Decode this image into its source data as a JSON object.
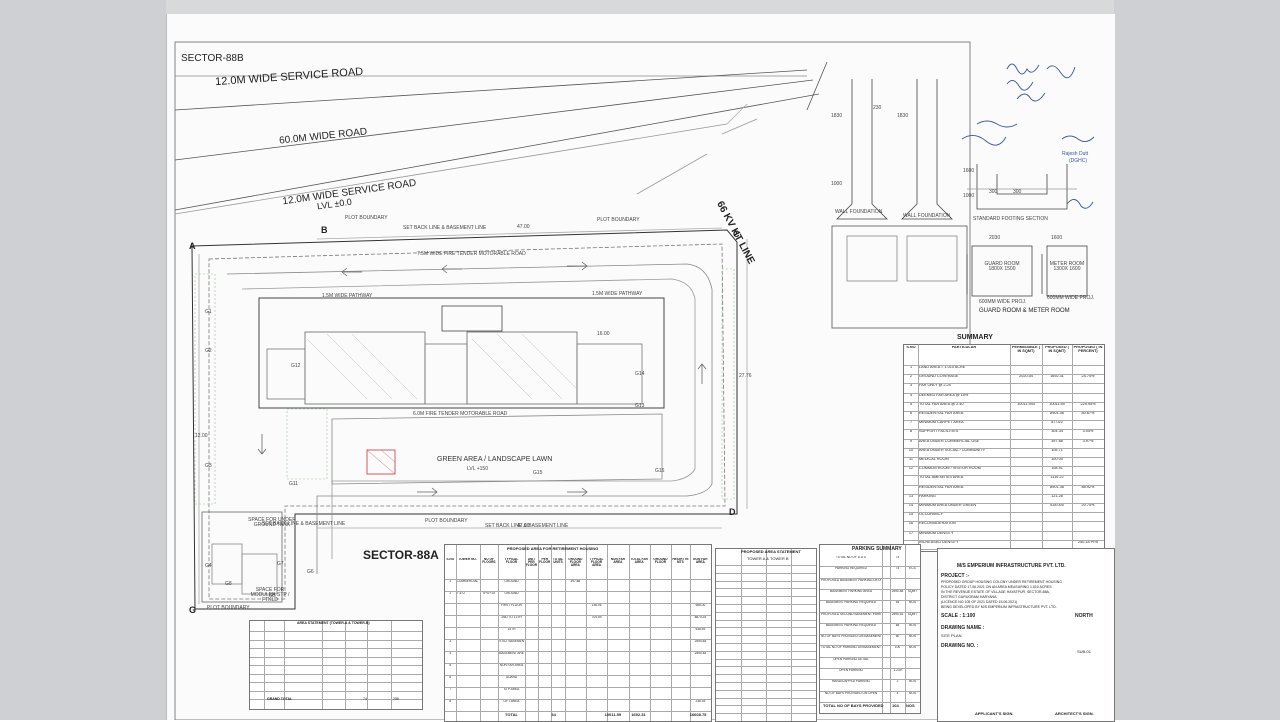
{
  "plan": {
    "sector_top": "SECTOR-88B",
    "road_1": "12.0M WIDE SERVICE ROAD",
    "road_2": "60.0M WIDE ROAD",
    "road_3": "12.0M WIDE SERVICE ROAD",
    "road_3_level": "LVL ±0.0",
    "ht_line": "66 KV HT LINE",
    "sector_bottom": "SECTOR-88A",
    "corners": [
      "A",
      "B",
      "C",
      "D",
      "G"
    ],
    "plot_boundary": "PLOT BOUNDARY",
    "setback": "SET BACK LINE & BASEMENT LINE",
    "fire_road_top": "7.5M WIDE FIRE TENDER MOTORABLE ROAD",
    "fire_road_mid": "6.0M FIRE TENDER MOTORABLE ROAD",
    "pathway": "1.5M WIDE PATHWAY",
    "green_area": "GREEN AREA / LANDSCAPE LAWN",
    "green_level": "LVL +150",
    "guard_tank": "SPACE FOR UNDER GROUND TANK",
    "stp": "SPACE FOR MODULER STP / FTKLD",
    "green_labels": [
      "G1",
      "G2",
      "G3",
      "G4",
      "G5",
      "G6",
      "G7",
      "G8",
      "G11",
      "G12",
      "G13",
      "G14",
      "G15",
      "G16"
    ],
    "dims": [
      "47.00",
      "12.00",
      "27.76",
      "16.00"
    ]
  },
  "details": {
    "dims": [
      "230",
      "1830",
      "1000",
      "1600",
      "1000",
      "300",
      "300",
      "2030",
      "1600"
    ],
    "wall_foundation_1": "WALL FOUNDATION",
    "wall_foundation_2": "WALL FOUNDATION",
    "standard_footing": "STANDARD FOOTING SECTION",
    "guard_room": "GUARD ROOM 1800X 1500",
    "meter_room": "METER ROOM 1300X 1600",
    "guard_proj": "600MM WIDE PROJ.",
    "meter_proj": "600MM WIDE PROJ.",
    "guard_meter_title": "GUARD ROOM & METER ROOM",
    "signatures": [
      "Rajesh Dutt",
      "(DGHC)"
    ]
  },
  "summary": {
    "title": "SUMMARY",
    "headers": [
      "S.NO",
      "PARTICULAR",
      "PERMISSIBLE ( IN SQMT)",
      "PROPOSED ( IN SQMT)",
      "PROPOSED ( IN PERCENT)"
    ],
    "rows": [
      [
        "1",
        "LAND AREA = 1.010 ACRE",
        "",
        "",
        ""
      ],
      [
        "2",
        "GROUND COVERAGE",
        "2020.54",
        "1692.31",
        "24.74%"
      ],
      [
        "3",
        "FAR ONLY @ 2.25",
        "",
        "",
        ""
      ],
      [
        "4",
        "DEEMED FAR AREA @ 15%",
        "",
        "",
        ""
      ],
      [
        "5",
        "TOTAL FAR AREA @ 2.40",
        "10011.944",
        "10011.59",
        "225.95%"
      ],
      [
        "6",
        "RESIDENTIAL FAR AREA",
        "",
        "8901.36",
        "80.67%"
      ],
      [
        "7",
        "MINIMUM CARPET AREA",
        "",
        "87.022",
        ""
      ],
      [
        "8",
        "SUPPORT FACILITIES",
        "",
        "304.34",
        "3.04%"
      ],
      [
        "9",
        "AREA UNDER COMMERCIAL USE",
        "",
        "397.88",
        "3.97%"
      ],
      [
        "10",
        "AREA UNDER SOCIAL / COMMUNITY",
        "",
        "105.71",
        ""
      ],
      [
        "11",
        "MEDICAL ROOM",
        "",
        "100.00",
        ""
      ],
      [
        "12",
        "COMMON ROOM / VISITOR ROOM",
        "",
        "108.91",
        ""
      ],
      [
        "",
        "TOTAL AMENITIES AREA",
        "",
        "1110.22",
        ""
      ],
      [
        "",
        "RESIDENTIAL FAR AREA",
        "",
        "8901.36",
        "88.92%"
      ],
      [
        "13",
        "PARKING",
        "",
        "121.26",
        ""
      ],
      [
        "14",
        "MINIMUM AREA UNDER GREEN",
        "",
        "518.000",
        "20.74%"
      ],
      [
        "15",
        "OCCUPANCY",
        "",
        "",
        ""
      ],
      [
        "16",
        "RECONSIDERATION",
        "",
        "",
        ""
      ],
      [
        "17",
        "MINIMUM DENSITY",
        "",
        "",
        ""
      ],
      [
        "",
        "INCREASED DENSITY",
        "",
        "",
        "250.18 PPA"
      ]
    ]
  },
  "proposed_area": {
    "title": "PROPOSED AREA FOR RETIREMENT HOUSING",
    "headers": [
      "S.NO",
      "TOWER NO.",
      "NO OF FLOORS",
      "TYPICAL FLOOR",
      "UNIT PER FLOOR",
      "PER FLOOR",
      "TOTAL UNITS",
      "GROUND FLOOR AREA",
      "TYPICAL FLOOR AREA",
      "NON FAR AREA",
      "TOTAL FAR AREA",
      "GROUND FLOOR",
      "HEIGHT IN MTS",
      "NON FAR AREA"
    ],
    "rows": [
      [
        "1",
        "COMMERCIAL",
        "",
        "GROUND",
        "",
        "",
        "",
        "397.88",
        "",
        "",
        "",
        "",
        "",
        ""
      ],
      [
        "2",
        "T & U",
        "S+G+14",
        "GROUND",
        "",
        "",
        "",
        "",
        "",
        "",
        "",
        "",
        "",
        ""
      ],
      [
        "",
        "",
        "",
        "FIRST FLOOR",
        "",
        "",
        "",
        "",
        "136.05",
        "",
        "",
        "",
        "",
        "985.00"
      ],
      [
        "",
        "",
        "",
        "2ND TO 13TH",
        "",
        "",
        "",
        "",
        "704.59",
        "",
        "",
        "",
        "",
        "8870.25"
      ],
      [
        "",
        "",
        "",
        "14TH",
        "",
        "",
        "",
        "",
        "",
        "",
        "",
        "",
        "",
        "538.59"
      ],
      [
        "3",
        "",
        "",
        "STILT BASEMENT AREA",
        "",
        "",
        "",
        "",
        "",
        "",
        "",
        "",
        "",
        "2590.48"
      ],
      [
        "4",
        "",
        "",
        "BASEMENT AREA",
        "",
        "",
        "",
        "",
        "",
        "",
        "",
        "",
        "",
        "2590.48"
      ],
      [
        "5",
        "",
        "",
        "NON FAR AREA",
        "",
        "",
        "",
        "",
        "",
        "",
        "",
        "",
        "",
        ""
      ],
      [
        "6",
        "",
        "",
        "GUARD",
        "",
        "",
        "",
        "",
        "",
        "",
        "",
        "",
        "",
        ""
      ],
      [
        "7",
        "",
        "",
        "STP AREA",
        "",
        "",
        "",
        "",
        "",
        "",
        "",
        "",
        "",
        ""
      ],
      [
        "8",
        "",
        "",
        "LIFT AREA",
        "",
        "",
        "",
        "",
        "",
        "",
        "",
        "",
        "",
        "236.35"
      ]
    ],
    "total_label": "TOTAL",
    "totals": [
      "34",
      "",
      "10011.59",
      "1692.31",
      "",
      "16608.75"
    ]
  },
  "dwelling": {
    "title": "PROPOSED AREA STATEMENT",
    "subtitle": "TOWER A & TOWER B"
  },
  "parking": {
    "title": "PARKING SUMMARY",
    "rows": [
      [
        "TOTAL NO OF D.U'S",
        "",
        "74",
        ""
      ],
      [
        "PARKING REQUIRED",
        "",
        "74",
        "ECS"
      ],
      [
        "PROPOSED BASEMENT PARKING DETAIL",
        "",
        "",
        ""
      ],
      [
        "BASEMENT PARKING AREA",
        "",
        "2590.48",
        "SQMT"
      ],
      [
        "BASEMENT PARKING REQUIRED",
        "",
        "45",
        "NOS"
      ],
      [
        "PROPOSED SECOND BASEMENT PARKING AREA",
        "",
        "2590.51",
        "SQMT"
      ],
      [
        "BASEMENT PARKING REQUIRED",
        "",
        "65",
        "NOS"
      ],
      [
        "NO OF BAYS PROVIDED ON BASEMENT",
        "",
        "50",
        "NOS"
      ],
      [
        "TOTAL NO OF PARKING ON BASEMENT",
        "",
        "100",
        "NOS"
      ],
      [
        "OPEN PARKING DETAIL",
        "",
        "",
        ""
      ],
      [
        "OPEN PARKING",
        "",
        "1.239",
        ""
      ],
      [
        "HANDICAPPED PARKING",
        "",
        "2",
        "NOS"
      ],
      [
        "NO OF BAYS PROVIDED ON OPEN",
        "",
        "4",
        "NOS"
      ]
    ],
    "total_label": "TOTAL NO OF BAYS PROVIDED",
    "total_value": "104",
    "total_unit": "NOS"
  },
  "title_block": {
    "client": "M/S EMPERIUM INFRASTRUCTURE PVT. LTD.",
    "project_label": "PROJECT :-",
    "project_lines": [
      "PROPOSED GROUP HOUSING COLONY UNDER RETIREMENT HOUSING",
      "POLICY DATED 17.06.2021 ON AN AREA MEASURING 1.010 ACRES",
      "IN THE REVENUE ESTATE OF VILLAGE HAYATPUR, SECTOR-88A,",
      "DISTRICT GURUGRAM HARYANA",
      "(LICENCE NO 105 OF 2021 DATED 15.06.2021)",
      "BEING DEVELOPED BY M/S EMPERIUM INFRASTRUCTURE PVT. LTD."
    ],
    "scale": "SCALE : 1:100",
    "drawing_name": "DRAWING NAME :",
    "site_plan": "SITE PLAN",
    "drawing_no": "DRAWING NO. :",
    "north": "NORTH",
    "sheet_no": "SUB-01",
    "applicant": "APPLICANT'S SIGN.",
    "architect": "ARCHITECT'S SIGN."
  },
  "bottom_left_table": {
    "title": "AREA STATEMENT (TOWER-A & TOWER-B)",
    "total_label": "GRAND TOTAL",
    "total_values": [
      "74",
      "258"
    ]
  }
}
